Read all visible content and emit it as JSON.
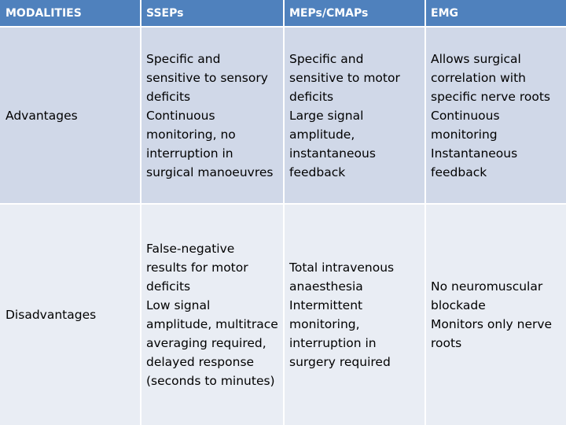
{
  "headers": [
    "MODALITIES",
    "SSEPs",
    "MEPs/CMAPs",
    "EMG"
  ],
  "rows": [
    {
      "label": "Advantages",
      "cells": [
        [
          "Specific and",
          "sensitive to sensory",
          "deficits",
          "Continuous",
          "monitoring, no",
          "interruption in",
          "surgical manoeuvres"
        ],
        [
          "Specific and",
          "sensitive to motor",
          "deficits",
          "Large signal",
          "amplitude,",
          "instantaneous",
          "feedback"
        ],
        [
          "Allows surgical",
          "correlation with",
          "specific nerve roots",
          "Continuous",
          "monitoring",
          "Instantaneous",
          "feedback"
        ]
      ]
    },
    {
      "label": "Disadvantages",
      "cells": [
        [
          "False-negative",
          "results for motor",
          "deficits",
          "Low signal",
          "amplitude, multitrace",
          "averaging required,",
          "delayed response",
          "(seconds to minutes)"
        ],
        [
          "Total intravenous",
          "anaesthesia",
          "Intermittent",
          "monitoring,",
          "interruption in",
          "surgery required"
        ],
        [
          "No neuromuscular",
          "blockade",
          "Monitors only nerve",
          "roots"
        ]
      ]
    }
  ],
  "colors": {
    "header_bg": "#4f81bd",
    "row1_bg": "#d0d8e8",
    "row2_bg": "#e9edf4"
  }
}
